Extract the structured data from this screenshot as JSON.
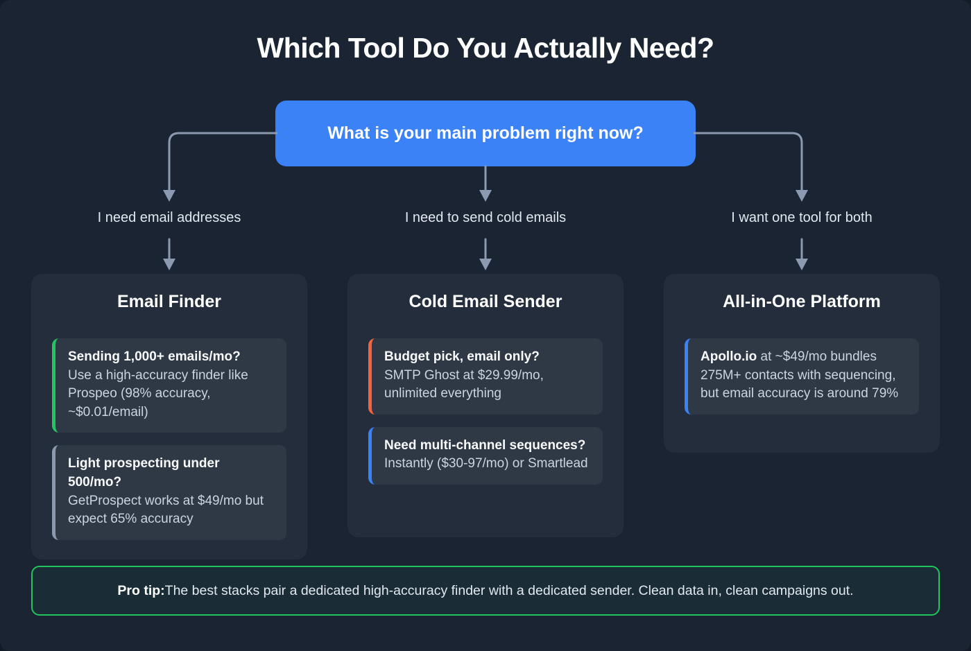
{
  "page": {
    "title": "Which Tool Do You Actually Need?"
  },
  "root_question": "What is your main problem right now?",
  "branches": [
    {
      "condition": "I need email addresses",
      "card_title": "Email Finder",
      "items": [
        {
          "heading": "Sending 1,000+ emails/mo?",
          "body": "Use a high-accuracy finder like Prospeo (98% accuracy, ~$0.01/email)",
          "accent": "#22c55e"
        },
        {
          "heading": "Light prospecting under 500/mo?",
          "body": "GetProspect works at $49/mo but expect 65% accuracy",
          "accent": "#8b9ab1"
        }
      ]
    },
    {
      "condition": "I need to send cold emails",
      "card_title": "Cold Email Sender",
      "items": [
        {
          "heading": "Budget pick, email only?",
          "body": "SMTP Ghost at $29.99/mo, unlimited everything",
          "accent": "#f4623e"
        },
        {
          "heading": "Need multi-channel sequences?",
          "body": "Instantly ($30-97/mo) or Smartlead",
          "accent": "#3b82f6"
        }
      ]
    },
    {
      "condition": "I want one tool for both",
      "card_title": "All-in-One Platform",
      "items": [
        {
          "heading": "Apollo.io",
          "body": " at ~$49/mo bundles 275M+ contacts with sequencing, but email accuracy is around 79%",
          "accent": "#3b82f6"
        }
      ]
    }
  ],
  "pro_tip": {
    "label": "Pro tip:",
    "text": " The best stacks pair a dedicated high-accuracy finder with a dedicated sender. Clean data in, clean campaigns out."
  },
  "colors": {
    "background": "#1a2433",
    "primary_blue": "#3b82f6",
    "connector": "#8b9ab1",
    "green_accent": "#22c55e",
    "orange_accent": "#f4623e",
    "blue_accent": "#3b82f6",
    "slate_accent": "#8b9ab1"
  }
}
